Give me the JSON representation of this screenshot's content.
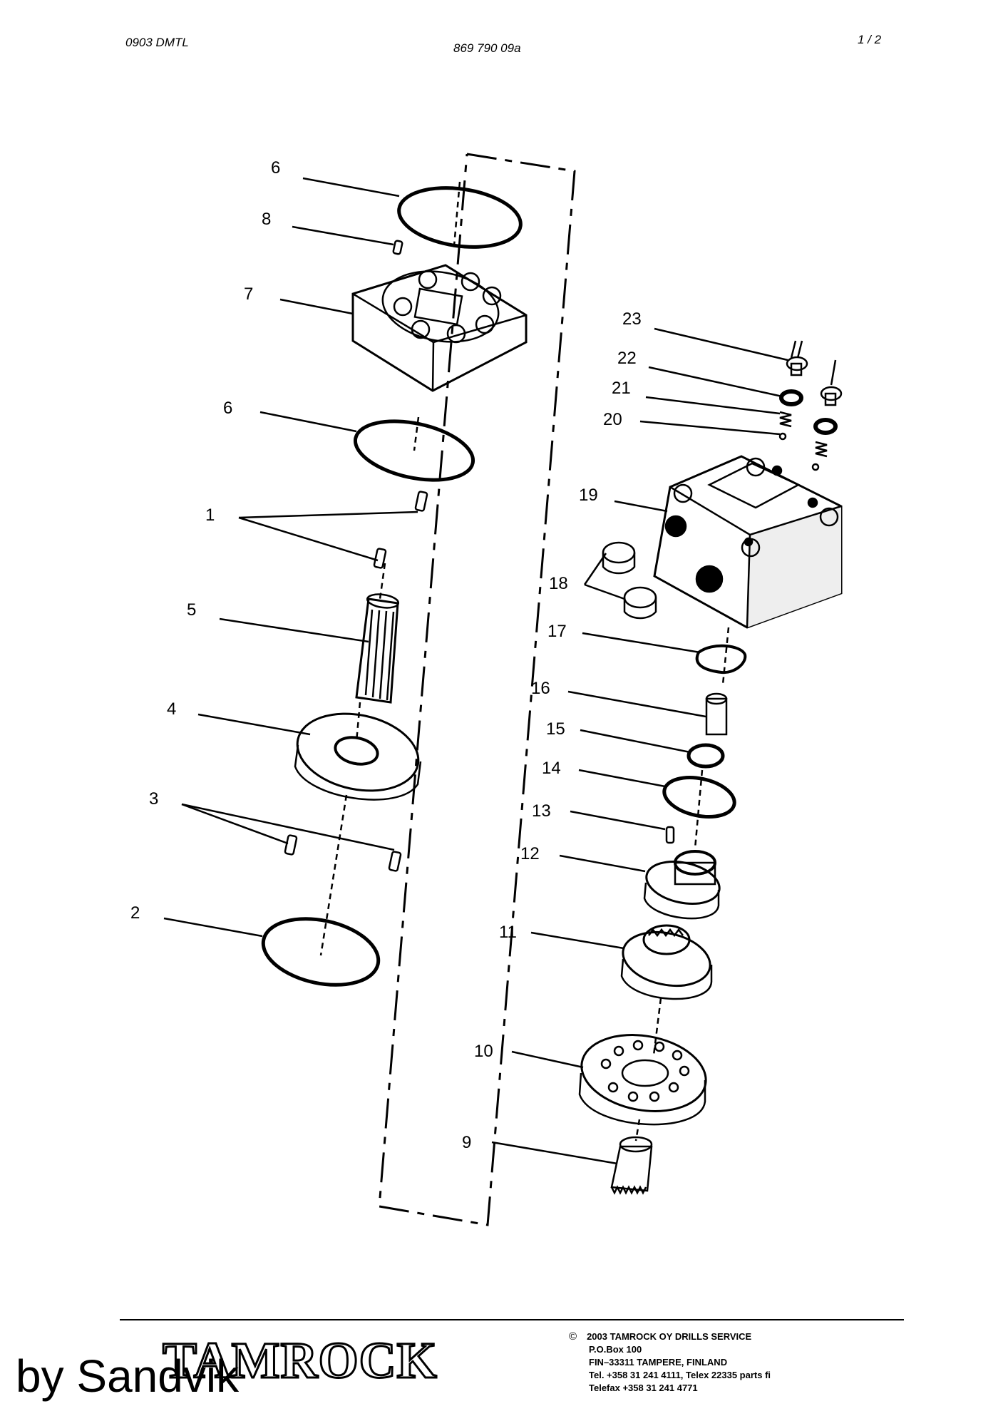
{
  "header": {
    "left": "0903 DMTL",
    "center": "869 790 09a",
    "right": "1 / 2"
  },
  "callouts": {
    "c1": "1",
    "c2": "2",
    "c3": "3",
    "c4": "4",
    "c5": "5",
    "c6a": "6",
    "c6b": "6",
    "c7": "7",
    "c8": "8",
    "c9": "9",
    "c10": "10",
    "c11": "11",
    "c12": "12",
    "c13": "13",
    "c14": "14",
    "c15": "15",
    "c16": "16",
    "c17": "17",
    "c18": "18",
    "c19": "19",
    "c20": "20",
    "c21": "21",
    "c22": "22",
    "c23": "23"
  },
  "footer": {
    "logo": "TAMROCK",
    "overlay": "by Sandvik",
    "copyright_symbol": "©",
    "lines": [
      "2003  TAMROCK OY DRILLS SERVICE",
      "P.O.Box 100",
      "FIN–33311 TAMPERE, FINLAND",
      "Tel. +358 31 241 4111, Telex 22335 parts fi",
      "Telefax +358 31 241 4771"
    ]
  }
}
